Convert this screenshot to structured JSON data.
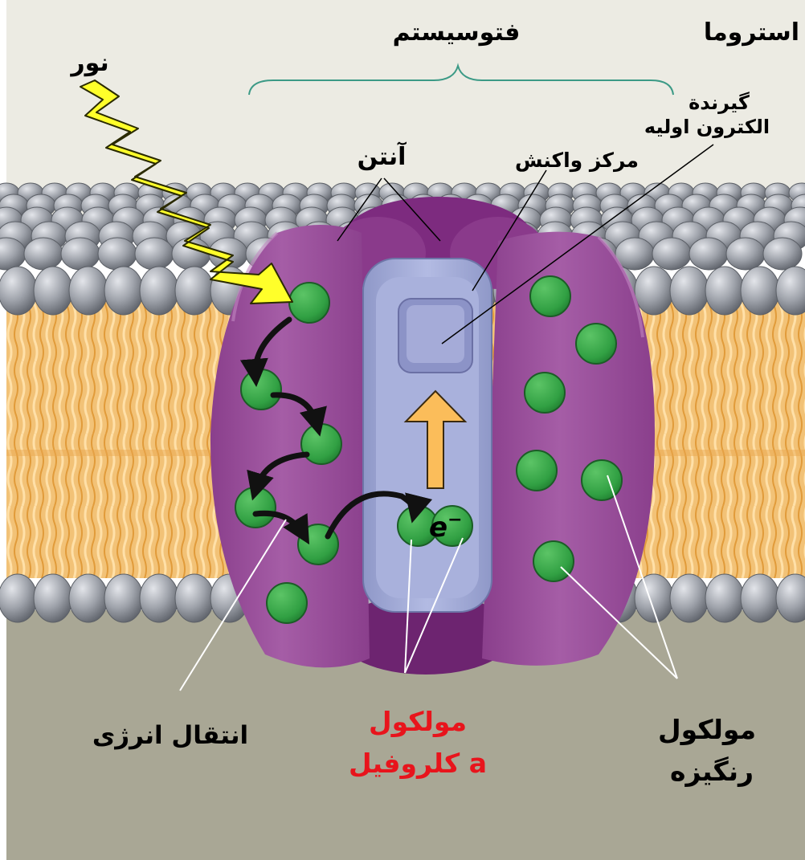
{
  "labels": {
    "stroma": "استروما",
    "photosystem": "فتوسیستم",
    "light": "نور",
    "primary_acceptor_line1": "گیرندة",
    "primary_acceptor_line2": "الکترون اولیه",
    "antenna": "آنتن",
    "reaction_center": "مرکز واکنش",
    "electron": "e",
    "electron_sup": "−",
    "energy_transfer": "انتقال انرژی",
    "chlorophyll_a_line1": "مولکول",
    "chlorophyll_a_line2": "کلروفیل a",
    "pigment_line1": "مولکول",
    "pigment_line2": "رنگیزه"
  },
  "colors": {
    "stroma_bg": "#ecebe3",
    "thylakoid_space_bg": "#a9a795",
    "lipid_head": "#9a9ea6",
    "lipid_tail": "#f4b860",
    "protein_purple": "#9b4f9c",
    "protein_dark": "#7a2a7c",
    "reaction_center": "#a9b1dc",
    "pigment_green": "#3aa84a",
    "light_yellow": "#ffff2a",
    "arrow_orange": "#fbbd5a",
    "chlorophyll_label": "#e8141c"
  }
}
